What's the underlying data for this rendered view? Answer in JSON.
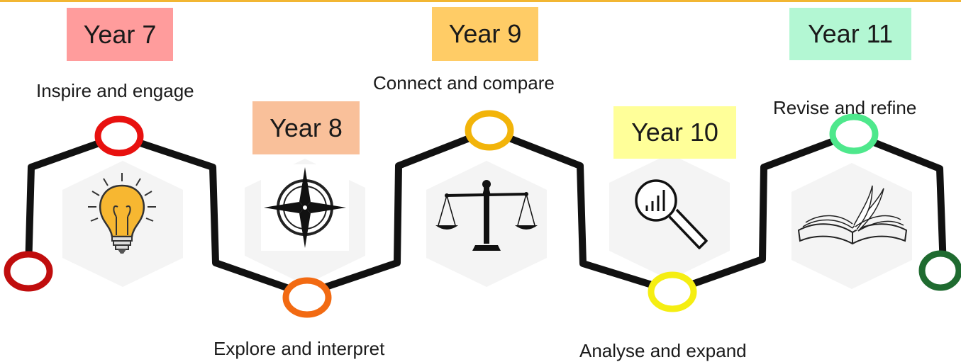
{
  "stages": [
    {
      "year": "Year 7",
      "caption": "Inspire and engage",
      "color": "#e8110f",
      "box_color": "#ff9c9c",
      "icon": "lightbulb-icon"
    },
    {
      "year": "Year 8",
      "caption": "Explore and interpret",
      "color": "#f26a12",
      "box_color": "#f9c09a",
      "icon": "compass-icon"
    },
    {
      "year": "Year 9",
      "caption": "Connect and compare",
      "color": "#f2b40a",
      "box_color": "#ffcc66",
      "icon": "scales-icon"
    },
    {
      "year": "Year 10",
      "caption": "Analyse and expand",
      "color": "#f5ee12",
      "box_color": "#ffff99",
      "icon": "magnifier-chart-icon"
    },
    {
      "year": "Year 11",
      "caption": "Revise and refine",
      "color": "#4ee88c",
      "box_color": "#b3f7d3",
      "icon": "open-book-icon"
    }
  ],
  "endpoints": {
    "start_color": "#c00d0d",
    "end_color": "#1f6b30"
  },
  "accent_line_color": "#f2b632"
}
